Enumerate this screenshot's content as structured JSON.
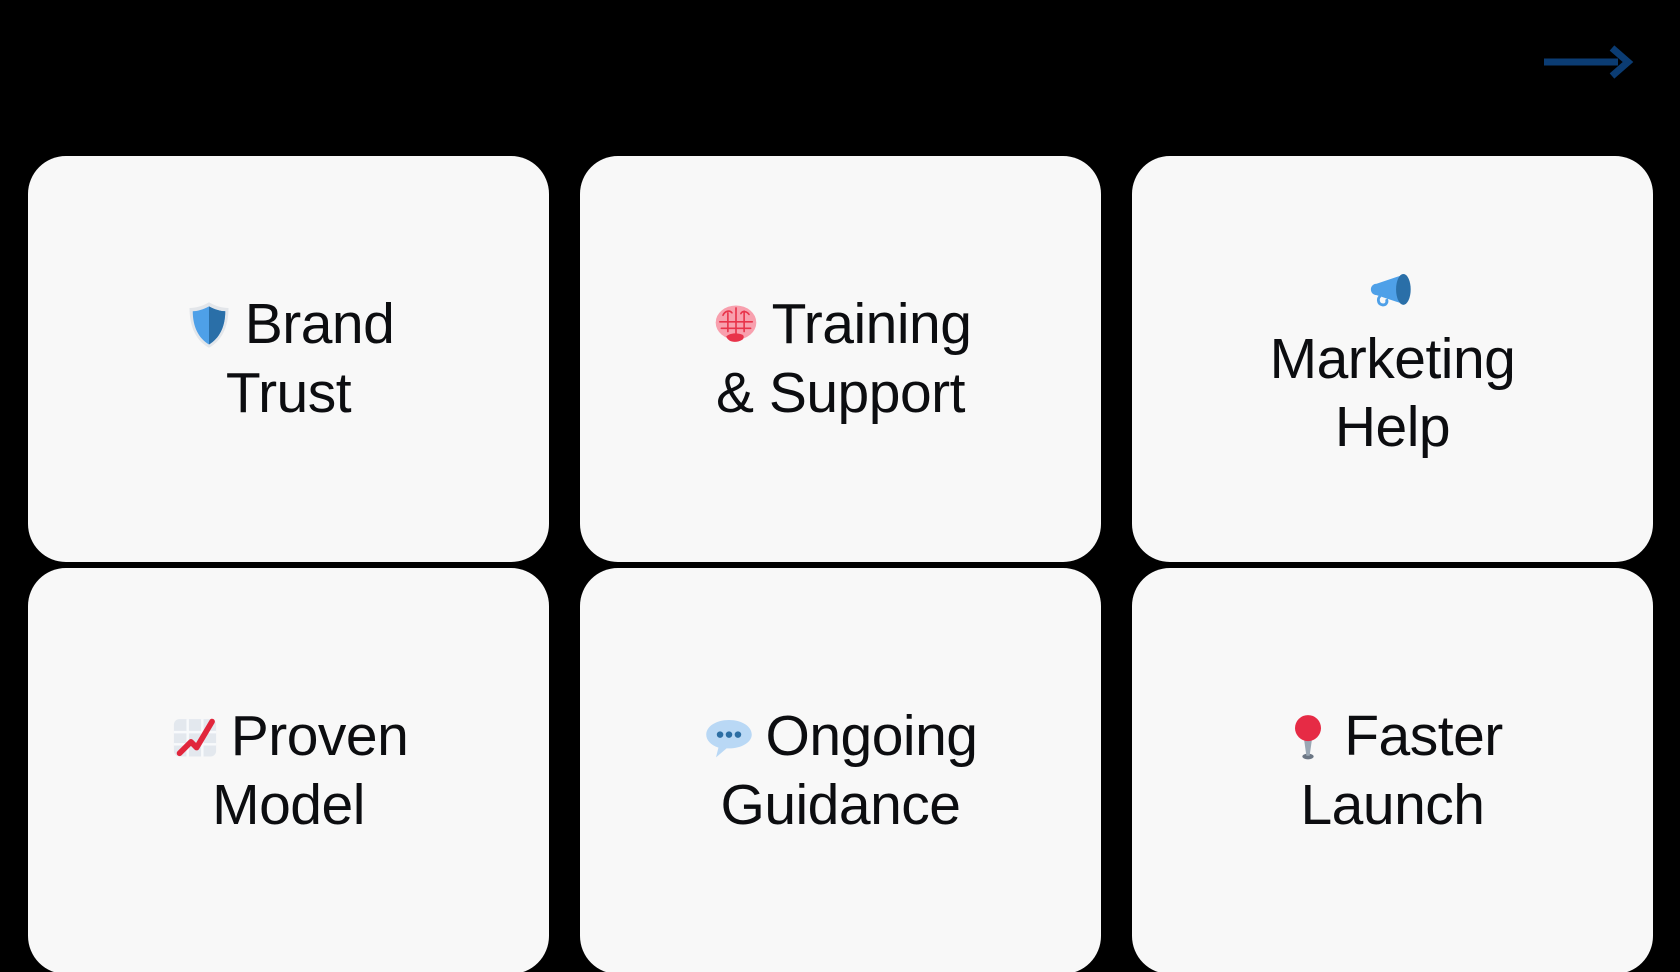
{
  "background_color": "#000000",
  "card_color": "#f8f8f8",
  "text_color": "#0c0d10",
  "accent_color": "#0b3c73",
  "header": {
    "arrow": {
      "icon": "arrow-right-icon",
      "color": "#0b3c73"
    }
  },
  "grid": {
    "columns": 3,
    "rows": 2,
    "cards": [
      {
        "id": "brand-trust",
        "icon": "shield-icon",
        "emoji": "🛡️",
        "label": "Brand Trust",
        "line1": "Brand",
        "line2": "Trust",
        "icon_inline": true
      },
      {
        "id": "training-support",
        "icon": "brain-icon",
        "emoji": "🧠",
        "label": "Training & Support",
        "line1": "Training",
        "line2": "& Support",
        "icon_inline": true
      },
      {
        "id": "marketing-help",
        "icon": "megaphone-icon",
        "emoji": "📣",
        "label": "Marketing Help",
        "line1": "Marketing",
        "line2": "Help",
        "icon_inline": false
      },
      {
        "id": "proven-model",
        "icon": "chart-increasing-icon",
        "emoji": "📈",
        "label": "Proven Model",
        "line1": "Proven",
        "line2": "Model",
        "icon_inline": true
      },
      {
        "id": "ongoing-guidance",
        "icon": "speech-balloon-icon",
        "emoji": "💬",
        "label": "Ongoing Guidance",
        "line1": "Ongoing",
        "line2": "Guidance",
        "icon_inline": true
      },
      {
        "id": "faster-launch",
        "icon": "pushpin-icon",
        "emoji": "📍",
        "label": "Faster Launch",
        "line1": "Faster",
        "line2": "Launch",
        "icon_inline": true
      }
    ]
  }
}
